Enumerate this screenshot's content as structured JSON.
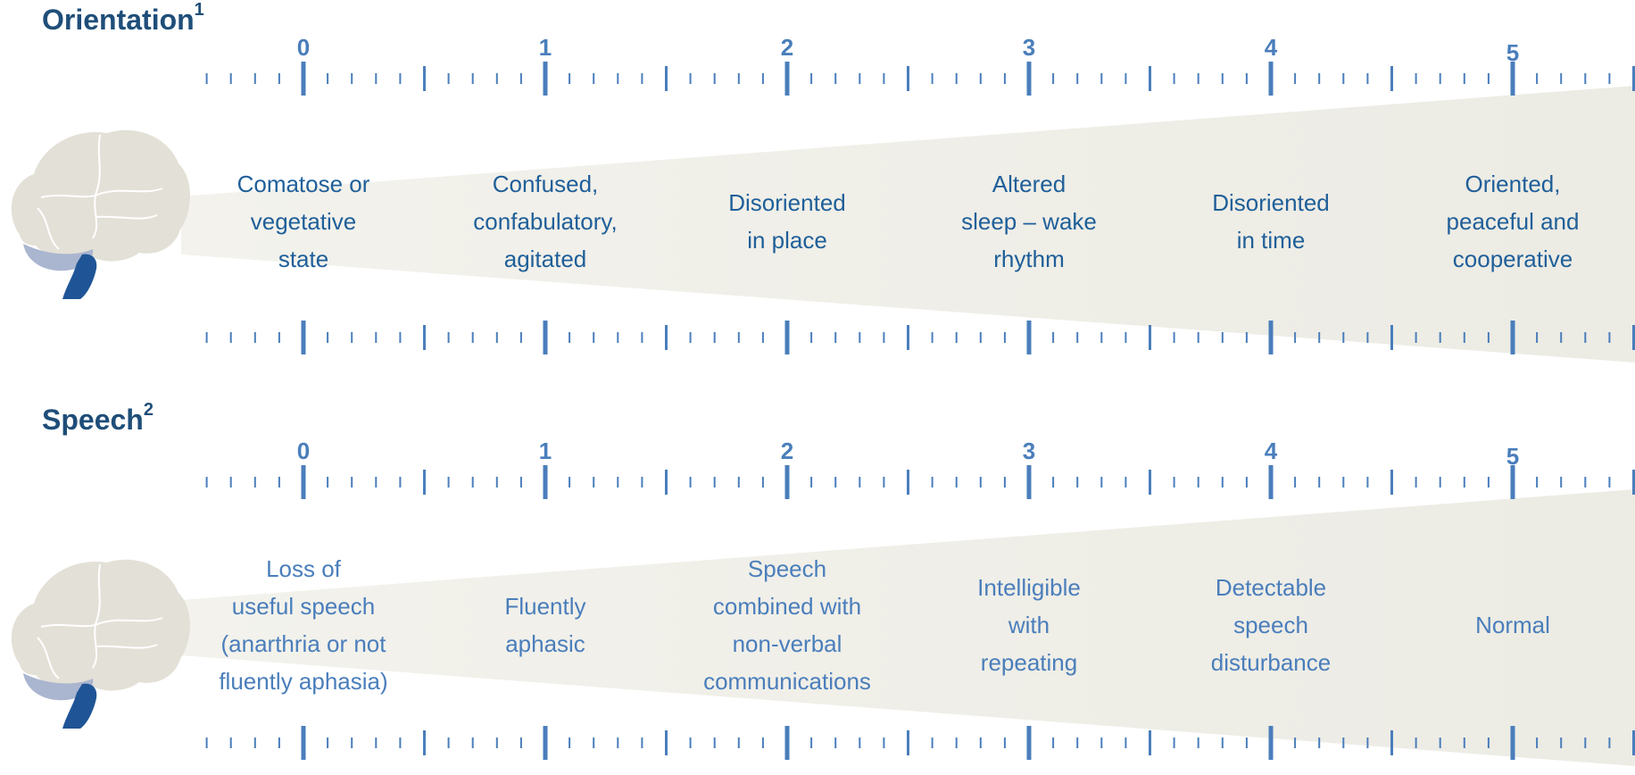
{
  "scales": [
    {
      "id": "orientation",
      "title": "Orientation",
      "footnote": "1",
      "score_labels": [
        "0",
        "1",
        "2",
        "3",
        "4",
        "5"
      ],
      "levels": [
        {
          "score": 0,
          "text": "Comatose or vegetative state",
          "lines": [
            "Comatose or",
            "vegetative",
            "state"
          ]
        },
        {
          "score": 1,
          "text": "Confused, confabulatory, agitated",
          "lines": [
            "Confused,",
            "confabulatory,",
            "agitated"
          ]
        },
        {
          "score": 2,
          "text": "Disoriented in place",
          "lines": [
            "Disoriented",
            "in place"
          ]
        },
        {
          "score": 3,
          "text": "Altered sleep – wake rhythm",
          "lines": [
            "Altered",
            "sleep – wake",
            "rhythm"
          ]
        },
        {
          "score": 4,
          "text": "Disoriented in time",
          "lines": [
            "Disoriented",
            "in time"
          ]
        },
        {
          "score": 5,
          "text": "Oriented, peaceful and cooperative",
          "lines": [
            "Oriented,",
            "peaceful and",
            "cooperative"
          ]
        }
      ]
    },
    {
      "id": "speech",
      "title": "Speech",
      "footnote": "2",
      "score_labels": [
        "0",
        "1",
        "2",
        "3",
        "4",
        "5"
      ],
      "levels": [
        {
          "score": 0,
          "text": "Loss of useful speech (anarthria or not fluently aphasia)",
          "lines": [
            "Loss of",
            "useful speech",
            "(anarthria or not",
            "fluently aphasia)"
          ]
        },
        {
          "score": 1,
          "text": "Fluently aphasic",
          "lines": [
            "Fluently",
            "aphasic"
          ]
        },
        {
          "score": 2,
          "text": "Speech combined with non-verbal communications",
          "lines": [
            "Speech",
            "combined with",
            "non-verbal",
            "communications"
          ]
        },
        {
          "score": 3,
          "text": "Intelligible with repeating",
          "lines": [
            "Intelligible",
            "with",
            "repeating"
          ]
        },
        {
          "score": 4,
          "text": "Detectable speech disturbance",
          "lines": [
            "Detectable",
            "speech",
            "disturbance"
          ]
        },
        {
          "score": 5,
          "text": "Normal",
          "lines": [
            "Normal"
          ]
        }
      ]
    }
  ],
  "colors": {
    "title": "#1f4e79",
    "numbers": "#4a7ebb",
    "ticks": "#4a7ebb",
    "wedge": "#f3f2ec",
    "brain": "#e3e0d7",
    "cerebellum": "#aab5cf",
    "brainstem": "#1f5596"
  },
  "icons": {
    "brain": "brain-icon"
  }
}
